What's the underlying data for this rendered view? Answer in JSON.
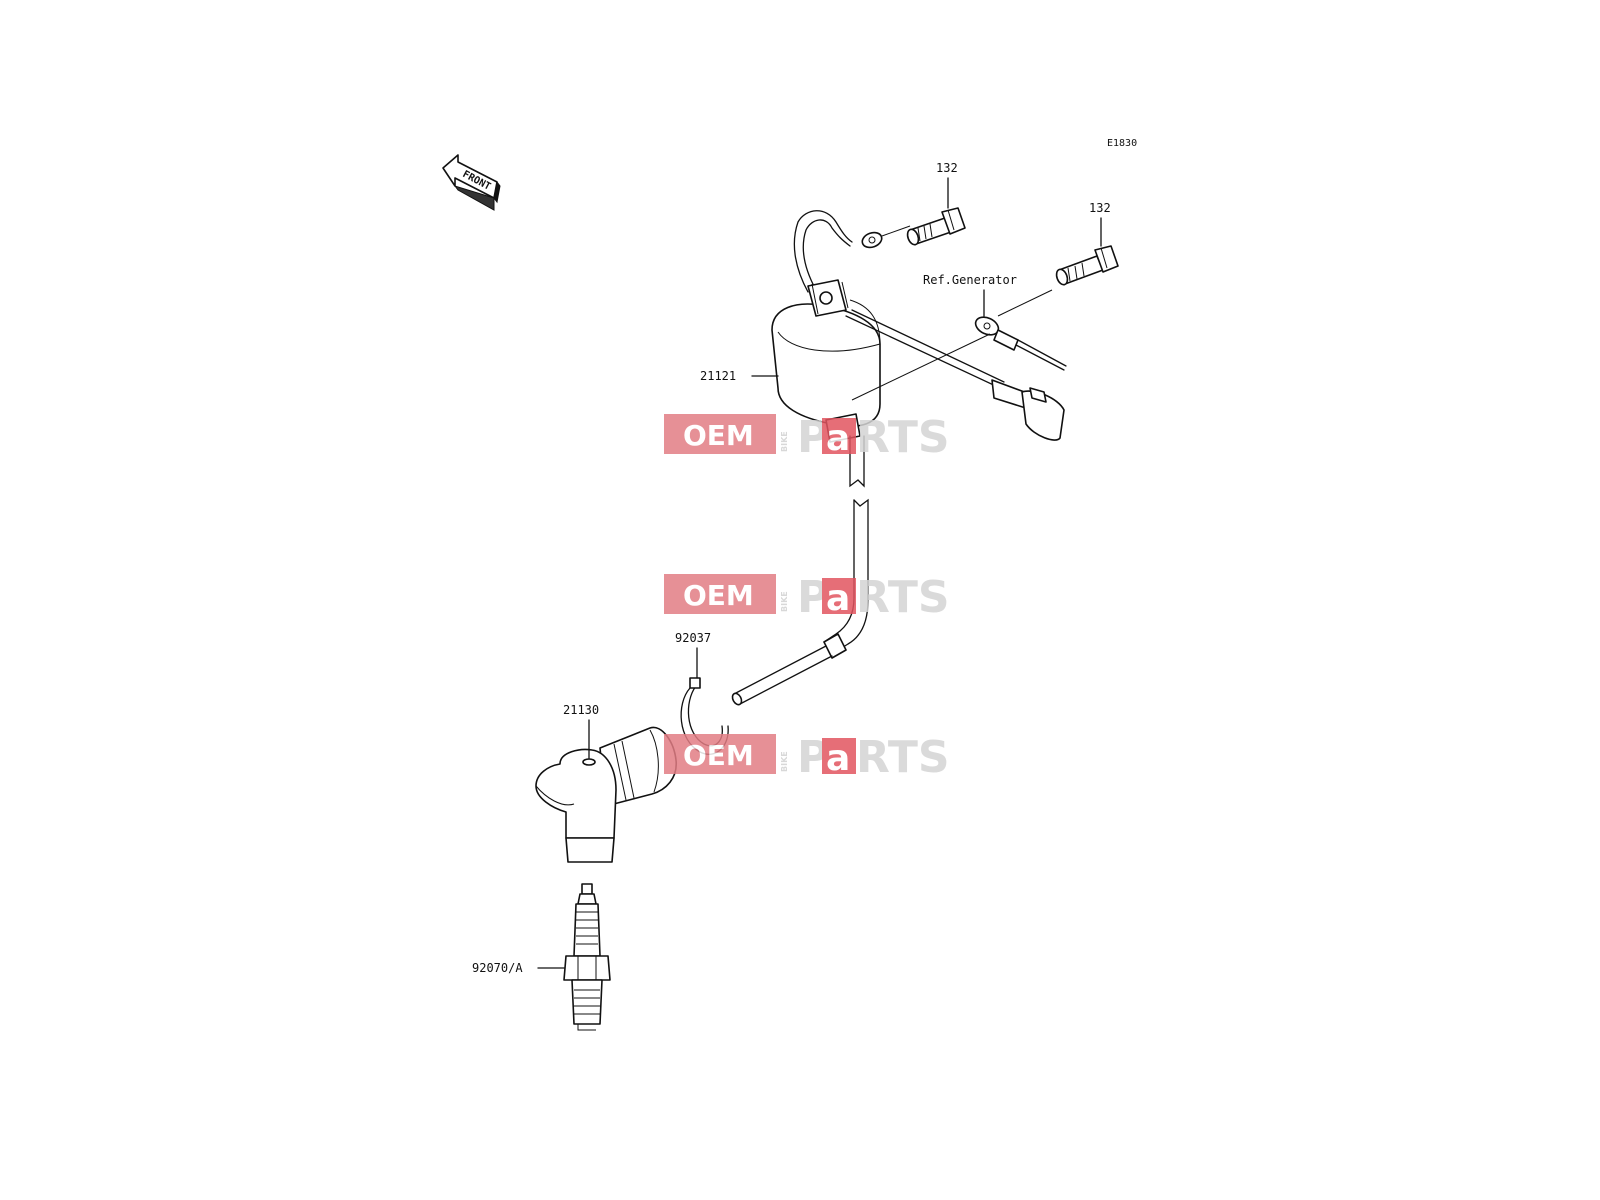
{
  "diagram": {
    "code": "E1830",
    "front_label": "FRONT",
    "ref_label": "Ref.Generator",
    "callouts": {
      "bolt_1": "132",
      "bolt_2": "132",
      "ignition_coil": "21121",
      "clamp": "92037",
      "plug_cap": "21130",
      "spark_plug": "92070/A"
    }
  },
  "watermark": {
    "oem": "OEM",
    "bike": "BIKE",
    "parts_letter_p": "P",
    "parts_letter_a": "a",
    "parts_rest": "RTS"
  },
  "colors": {
    "line": "#111111",
    "watermark_red": "#e27d84",
    "watermark_grey": "#d4d4d4"
  }
}
